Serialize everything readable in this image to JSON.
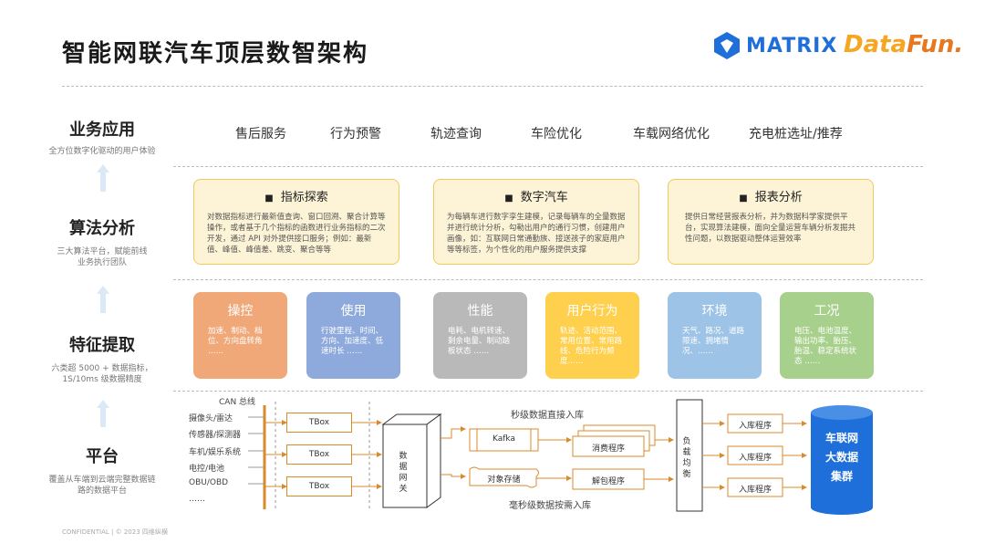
{
  "header": {
    "title": "智能网联汽车顶层数智架构",
    "matrix_logo": "MATRIX",
    "datafun_logo": "DataFun."
  },
  "layers": [
    {
      "title": "业务应用",
      "subtitle": "全方位数字化驱动的用户体验"
    },
    {
      "title": "算法分析",
      "subtitle": "三大算法平台，赋能前线业务执行团队"
    },
    {
      "title": "特征提取",
      "subtitle": "六类超 5000 + 数据指标，1S/10ms 级数据精度"
    },
    {
      "title": "平台",
      "subtitle": "覆盖从车端到云端完整数据链路的数据平台"
    }
  ],
  "apps": [
    "售后服务",
    "行为预警",
    "轨迹查询",
    "车险优化",
    "车载网络优化",
    "充电桩选址/推荐"
  ],
  "algorithms": [
    {
      "title": "指标探索",
      "text": "对数据指标进行最新值查询、窗口回溯、聚合计算等操作，或者基于几个指标的函数进行业务指标的二次开发，通过 API 对外提供接口服务；例如：最新值、峰值、峰值差、跳变、聚合等等"
    },
    {
      "title": "数字汽车",
      "text": "为每辆车进行数字孪生建模，记录每辆车的全量数据并进行统计分析，勾勒出用户的通行习惯，创建用户画像，如：互联网日常通勤族、接送孩子的家庭用户等等标签，为个性化的用户服务提供支撑"
    },
    {
      "title": "报表分析",
      "text": "提供日常经营报表分析，并为数据科学家提供平台，实现算法建模，面向全量运营车辆分析发掘共性问题，以数据驱动整体运营效率"
    }
  ],
  "features": [
    {
      "title": "操控",
      "text": "加速、制动、档位、方向盘转角 ……",
      "color": "#f0a878"
    },
    {
      "title": "使用",
      "text": "行驶里程、时间、方向、加速度、低速时长 ……",
      "color": "#8ea9db"
    },
    {
      "title": "性能",
      "text": "电耗、电机转速、剩余电量、制动踏板状态 ……",
      "color": "#b9b9b9"
    },
    {
      "title": "用户行为",
      "text": "轨迹、活动范围、常用位置、常用路线、危险行为频度……",
      "color": "#ffd04d"
    },
    {
      "title": "环境",
      "text": "天气、路况、道路限速、拥堵情况、……",
      "color": "#9dc3e6"
    },
    {
      "title": "工况",
      "text": "电压、电池温度、输出功率、胎压、胎温、稳定系统状态 ……",
      "color": "#a8d08d"
    }
  ],
  "platform": {
    "sources_header": "CAN 总线",
    "sources": [
      "摄像头/雷达",
      "传感器/探测器",
      "车机/娱乐系统",
      "电控/电池",
      "OBU/OBD",
      "……"
    ],
    "tbox": [
      "TBox",
      "TBox",
      "TBox"
    ],
    "gateway": "数据网关",
    "kafka": "Kafka",
    "object_storage": "对象存储",
    "top_label": "秒级数据直接入库",
    "bottom_label": "毫秒级数据按需入库",
    "consumer": "消费程序",
    "parser": "解包程序",
    "load_balance": "负载均衡",
    "ingest": [
      "入库程序",
      "入库程序",
      "入库程序"
    ],
    "cluster": [
      "车联网",
      "大数据",
      "集群"
    ]
  },
  "footer": "CONFIDENTIAL | © 2023 四维纵横",
  "colors": {
    "orange_border": "#f2c85b",
    "cluster_blue": "#1e6fd9",
    "arrow_orange": "#d98a2b"
  }
}
